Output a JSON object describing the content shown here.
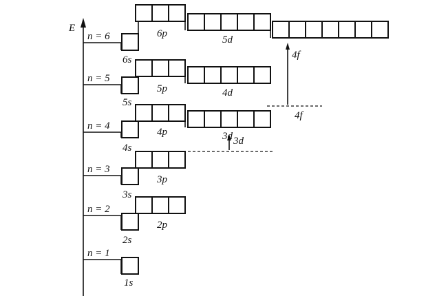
{
  "axis": {
    "label": "E"
  },
  "levels": [
    {
      "n_label": "n = 1",
      "subshells": [
        {
          "label": "1s",
          "orbitals": 1
        }
      ]
    },
    {
      "n_label": "n = 2",
      "subshells": [
        {
          "label": "2s",
          "orbitals": 1
        },
        {
          "label": "2p",
          "orbitals": 3
        }
      ]
    },
    {
      "n_label": "n = 3",
      "subshells": [
        {
          "label": "3s",
          "orbitals": 1
        },
        {
          "label": "3p",
          "orbitals": 3
        }
      ]
    },
    {
      "n_label": "n = 4",
      "subshells": [
        {
          "label": "4s",
          "orbitals": 1
        },
        {
          "label": "4p",
          "orbitals": 3
        },
        {
          "label": "3d",
          "orbitals": 5
        }
      ]
    },
    {
      "n_label": "n = 5",
      "subshells": [
        {
          "label": "5s",
          "orbitals": 1
        },
        {
          "label": "5p",
          "orbitals": 3
        },
        {
          "label": "4d",
          "orbitals": 5
        }
      ]
    },
    {
      "n_label": "n = 6",
      "subshells": [
        {
          "label": "6s",
          "orbitals": 1
        },
        {
          "label": "6p",
          "orbitals": 3
        },
        {
          "label": "5d",
          "orbitals": 5
        },
        {
          "label": "4f",
          "orbitals": 7
        }
      ]
    }
  ],
  "shifts": [
    {
      "label": "3d"
    },
    {
      "label": "4f",
      "bottom_label": "4f"
    }
  ]
}
